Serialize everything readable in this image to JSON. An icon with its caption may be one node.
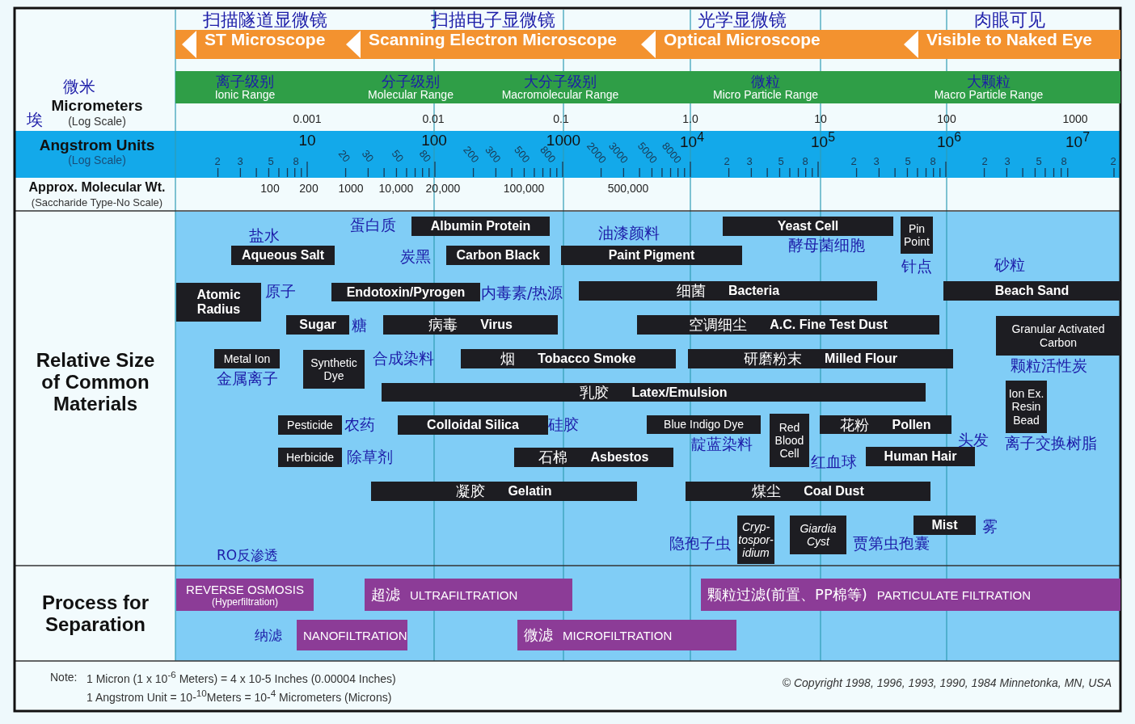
{
  "diagram": {
    "nodes": [
      {
        "text": [
          "扫描隧道显微镜",
          "ST Microscope"
        ]
      },
      {
        "text": [
          "扫描电子显微镜",
          "Scanning Electron Microscope"
        ]
      },
      {
        "text": [
          "光学显微镜",
          "Optical Microscope"
        ]
      },
      {
        "text": [
          "肉眼可见",
          "Visible to Naked Eye"
        ]
      },
      {
        "text": [
          "离子级别",
          "Ionic Range"
        ]
      },
      {
        "text": [
          "分子级别",
          "Molecular Range"
        ]
      },
      {
        "text": [
          "大分子级别",
          "Macromolecular Range"
        ]
      },
      {
        "text": [
          "微粒",
          "Micro Particle Range"
        ]
      },
      {
        "text": [
          "大颗粒",
          "Macro Particle Range"
        ]
      },
      {
        "text": [
          "Albumin Protein"
        ],
        "beside": [
          "蛋白质"
        ]
      },
      {
        "text": [
          "Aqueous Salt"
        ],
        "beside": [
          "盐水"
        ]
      },
      {
        "text": [
          "Carbon Black"
        ],
        "beside": [
          "炭黑"
        ]
      },
      {
        "text": [
          "Paint Pigment"
        ],
        "beside": [
          "油漆颜料"
        ]
      },
      {
        "text": [
          "Yeast Cell"
        ],
        "beside": [
          "酵母菌细胞"
        ]
      },
      {
        "text": [
          "Pin Point"
        ],
        "beside": [
          "针点"
        ]
      },
      {
        "text": [
          "Atomic Radius"
        ],
        "beside": [
          "原子"
        ]
      },
      {
        "text": [
          "Endotoxin/Pyrogen"
        ],
        "beside": [
          "内毒素/热源"
        ]
      },
      {
        "text": [
          "细菌",
          "Bacteria"
        ]
      },
      {
        "text": [
          "Beach Sand"
        ],
        "beside": [
          "砂粒"
        ]
      },
      {
        "text": [
          "Sugar"
        ],
        "beside": [
          "糖"
        ]
      },
      {
        "text": [
          "病毒",
          "Virus"
        ]
      },
      {
        "text": [
          "空调细尘",
          "A.C. Fine Test Dust"
        ]
      },
      {
        "text": [
          "Granular Activated Carbon"
        ],
        "beside": [
          "颗粒活性炭"
        ]
      },
      {
        "text": [
          "Metal Ion"
        ],
        "beside": [
          "金属离子"
        ]
      },
      {
        "text": [
          "Synthetic Dye"
        ],
        "beside": [
          "合成染料"
        ]
      },
      {
        "text": [
          "烟",
          "Tobacco Smoke"
        ]
      },
      {
        "text": [
          "研磨粉末",
          "Milled Flour"
        ]
      },
      {
        "text": [
          "乳胶",
          "Latex/Emulsion"
        ]
      },
      {
        "text": [
          "Ion Ex. Resin Bead"
        ],
        "beside": [
          "离子交换树脂"
        ]
      },
      {
        "text": [
          "Pesticide"
        ],
        "beside": [
          "农药"
        ]
      },
      {
        "text": [
          "Colloidal Silica"
        ],
        "beside": [
          "硅胶"
        ]
      },
      {
        "text": [
          "Blue Indigo Dye"
        ],
        "beside": [
          "靛蓝染料"
        ]
      },
      {
        "text": [
          "Red Blood Cell"
        ],
        "beside": [
          "红血球"
        ]
      },
      {
        "text": [
          "花粉",
          "Pollen"
        ]
      },
      {
        "text": [
          "Herbicide"
        ],
        "beside": [
          "除草剂"
        ]
      },
      {
        "text": [
          "石棉",
          "Asbestos"
        ]
      },
      {
        "text": [
          "Human Hair"
        ],
        "beside": [
          "头发"
        ]
      },
      {
        "text": [
          "凝胶",
          "Gelatin"
        ]
      },
      {
        "text": [
          "煤尘",
          "Coal Dust"
        ]
      },
      {
        "text": [
          "Cryp- tospor- idium"
        ],
        "beside": [
          "隐孢子虫"
        ]
      },
      {
        "text": [
          "Giardia Cyst"
        ],
        "beside": [
          "贾第虫孢囊"
        ]
      },
      {
        "text": [
          "Mist"
        ],
        "beside": [
          "雾"
        ]
      },
      {
        "text": [
          "REVERSE OSMOSIS",
          "(Hyperfiltration)"
        ],
        "beside": [
          "RO反渗透"
        ]
      },
      {
        "text": [
          "超滤",
          "ULTRAFILTRATION"
        ]
      },
      {
        "text": [
          "颗粒过滤(前置、PP棉等)",
          "PARTICULATE FILTRATION"
        ]
      },
      {
        "text": [
          "NANOFILTRATION"
        ],
        "beside": [
          "纳滤"
        ]
      },
      {
        "text": [
          "微滤",
          "MICROFILTRATION"
        ]
      }
    ],
    "edges": [],
    "labels": [
      "微米",
      "Micrometers",
      "(Log Scale)",
      "埃",
      "Angstrom Units",
      "(Log Scale)",
      "Approx. Molecular Wt.",
      "(Saccharide Type-No Scale)",
      "0.001",
      "0.01",
      "0.1",
      "1.0",
      "10",
      "100",
      "1000",
      "10",
      "100",
      "1000",
      "10$^{4}$",
      "10$^{5}$",
      "10$^{6}$",
      "10$^{7}$",
      "2",
      "3",
      "5",
      "8",
      "20",
      "30",
      "50",
      "80",
      "200",
      "300",
      "500",
      "800",
      "2000",
      "3000",
      "5000",
      "8000",
      "2",
      "3",
      "5",
      "8",
      "2",
      "3",
      "5",
      "8",
      "2",
      "3",
      "5",
      "8",
      "2",
      "100",
      "200",
      "1000",
      "10,000",
      "20,000",
      "100,000",
      "500,000",
      "Relative Size of Common Materials",
      "Process for Separation",
      "Note:",
      "1 Micron (1 x 10$^{-6}$ Meters) = 4 x 10-5 Inches (0.00004 Inches)",
      "1 Angstrom Unit = 10-$^{10}$Meters = 10-$^{4}$ Micrometers (Microns)",
      "© Copyright 1998, 1996, 1993, 1990, 1984 Minnetonka, MN, USA"
    ]
  }
}
